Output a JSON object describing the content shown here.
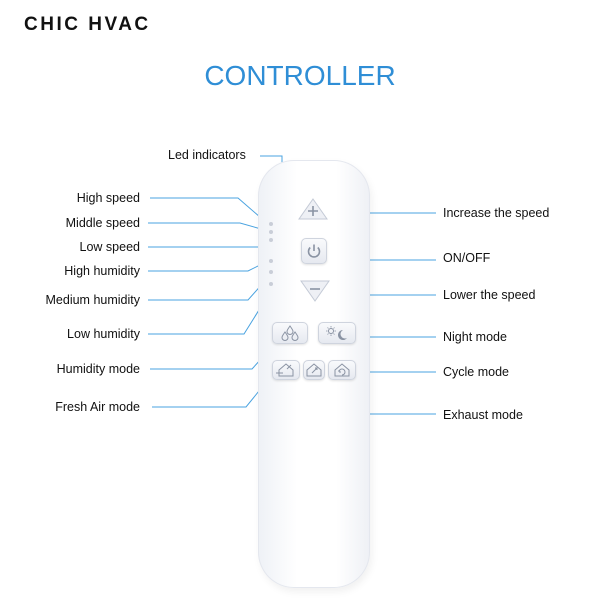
{
  "brand": "CHIC HVAC",
  "title": "CONTROLLER",
  "labels": {
    "led_indicators": "Led indicators",
    "high_speed": "High speed",
    "middle_speed": "Middle speed",
    "low_speed": "Low speed",
    "high_humidity": "High humidity",
    "medium_humidity": "Medium humidity",
    "low_humidity": "Low humidity",
    "humidity_mode": "Humidity mode",
    "fresh_air_mode": "Fresh Air mode",
    "increase_speed": "Increase the speed",
    "on_off": "ON/OFF",
    "lower_speed": "Lower the speed",
    "night_mode": "Night mode",
    "cycle_mode": "Cycle mode",
    "exhaust_mode": "Exhaust mode"
  },
  "colors": {
    "title": "#2f8ed6",
    "callout_line": "#4aa3e0",
    "brand_text": "#111111"
  },
  "icons": [
    "plus-icon",
    "power-icon",
    "minus-icon",
    "humidity-drops-icon",
    "night-sun-moon-icon",
    "fresh-air-house-icon",
    "exhaust-house-icon",
    "cycle-house-icon"
  ]
}
